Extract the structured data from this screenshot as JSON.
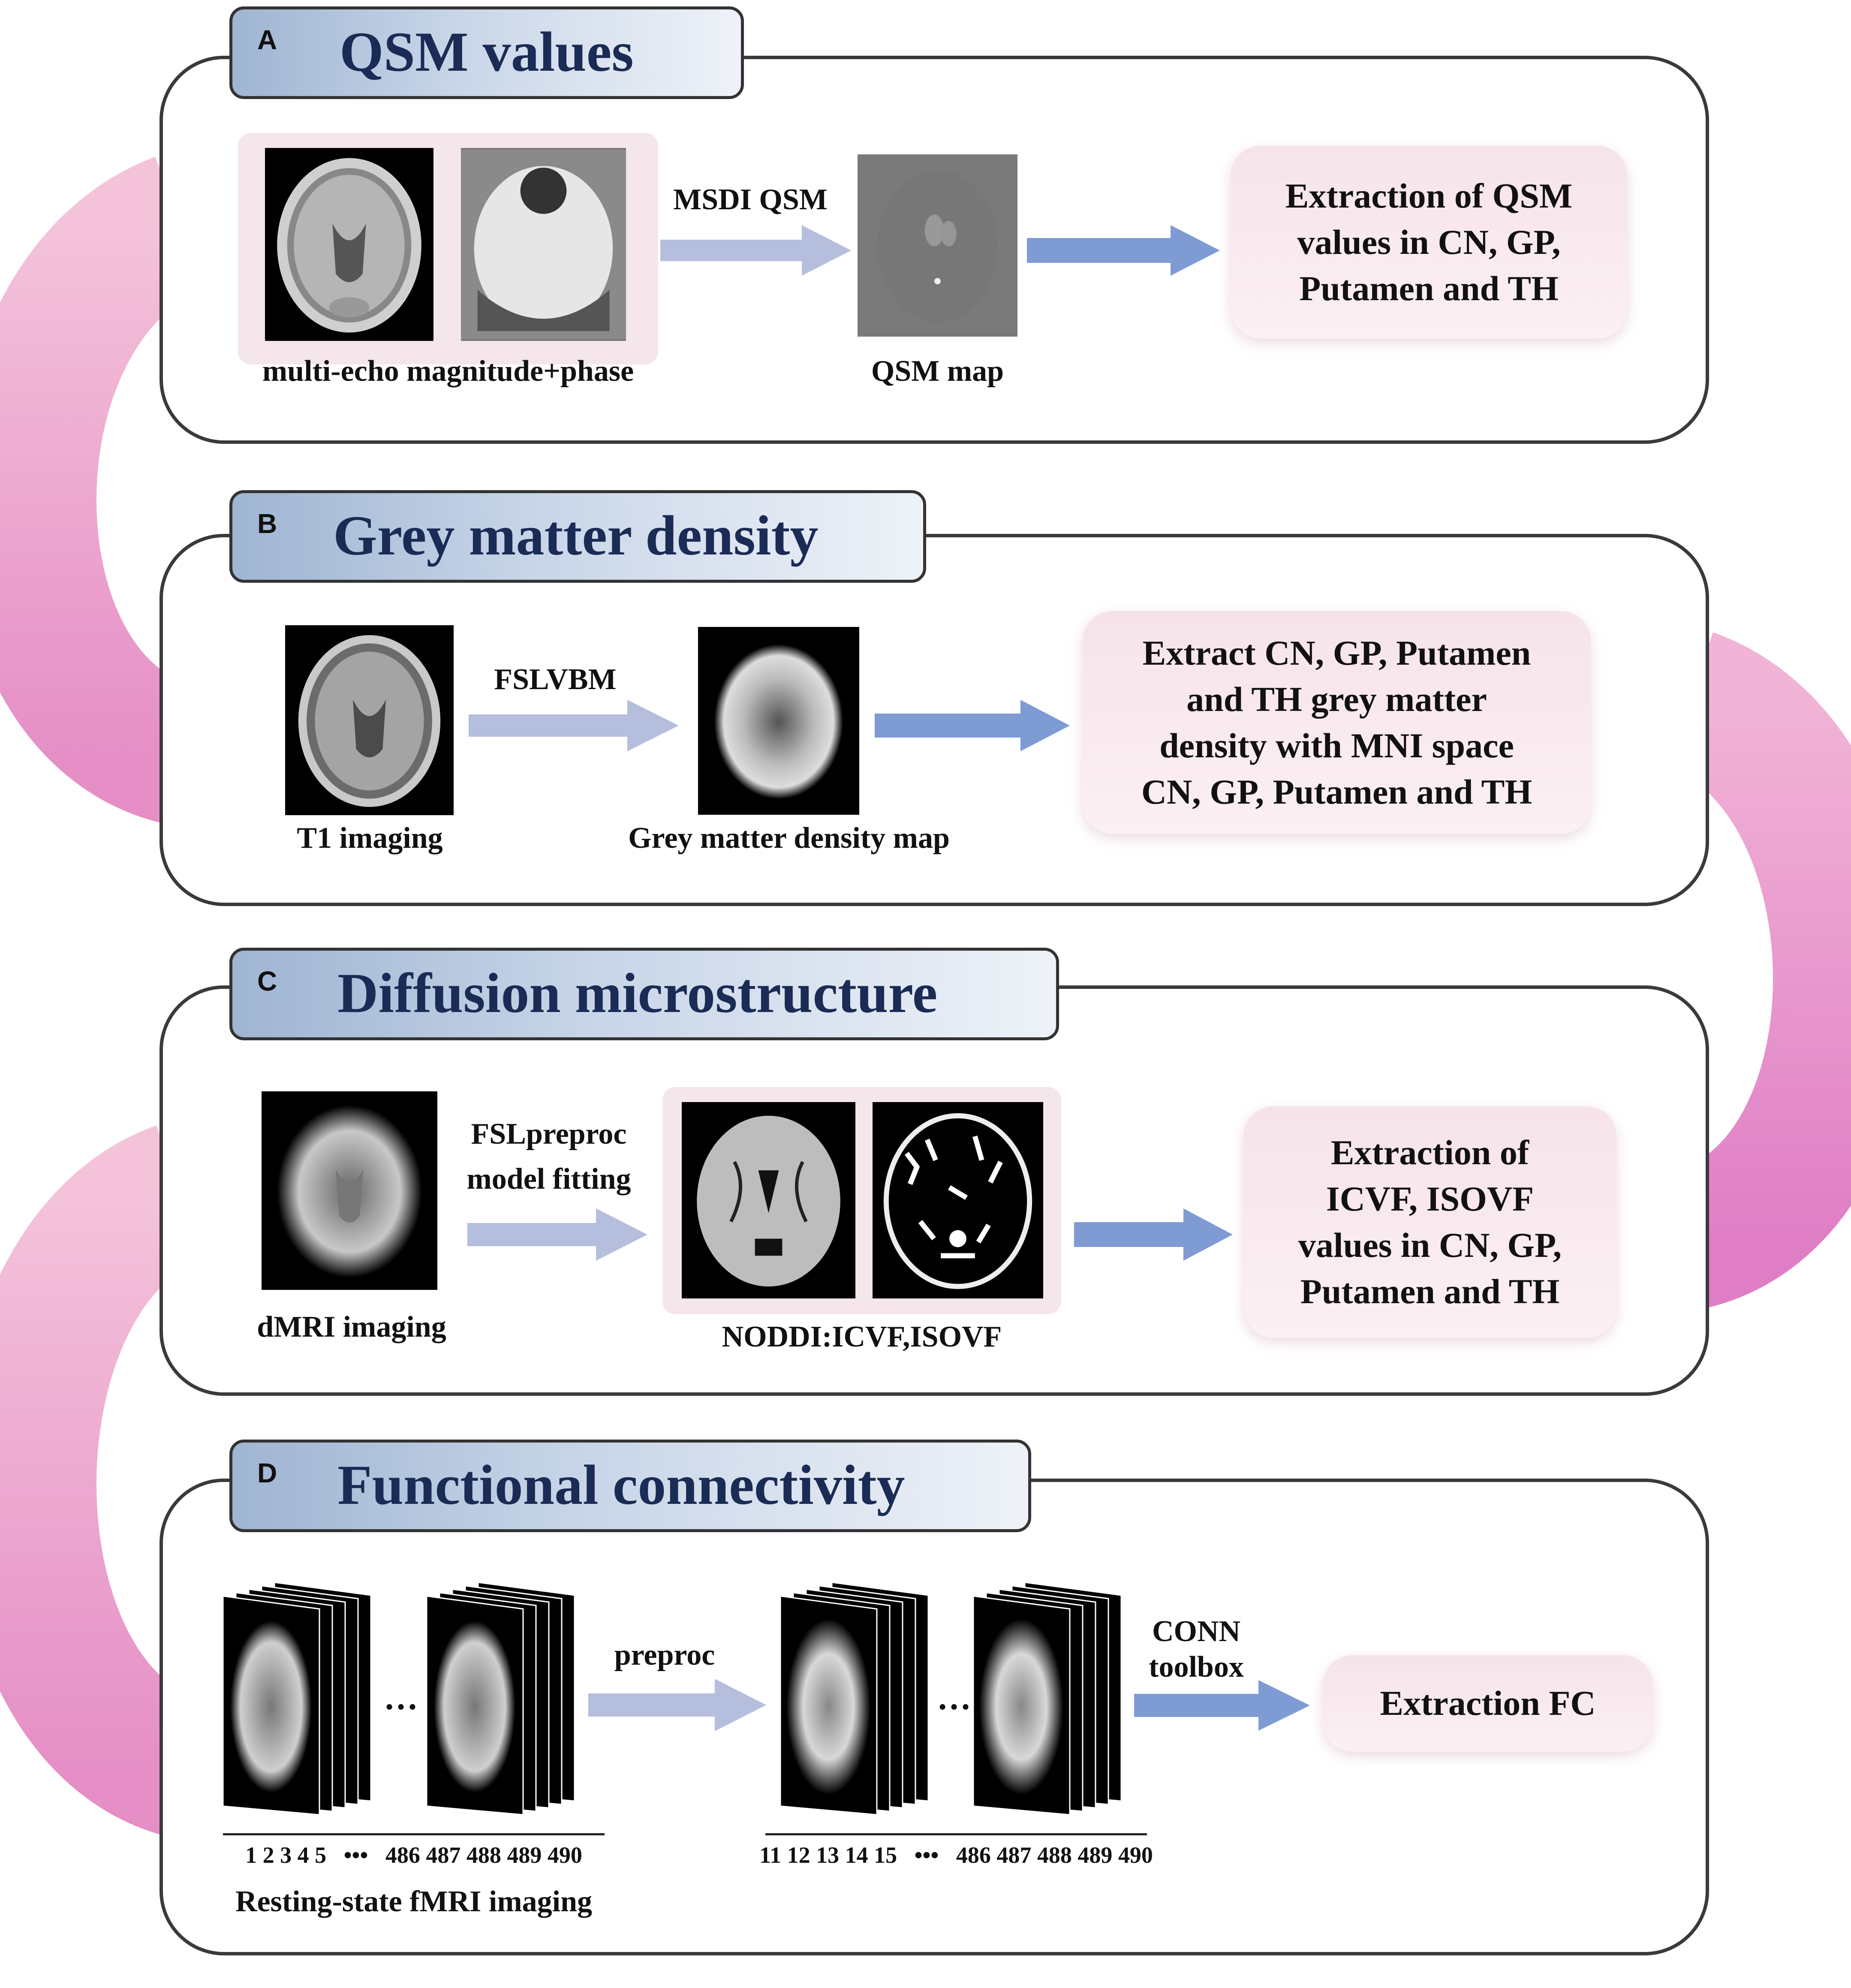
{
  "panels": {
    "a": {
      "letter": "A",
      "title": "QSM values",
      "images_label": "multi-echo magnitude+phase",
      "arrow_label": "MSDI QSM",
      "map_label": "QSM map",
      "result_lines": [
        "Extraction of QSM",
        "values in CN, GP,",
        "Putamen and TH"
      ]
    },
    "b": {
      "letter": "B",
      "title": "Grey matter density",
      "image_label": "T1 imaging",
      "arrow_label": "FSLVBM",
      "map_label": "Grey matter density map",
      "result_lines": [
        "Extract CN, GP, Putamen",
        "and TH grey matter",
        "density with MNI space",
        "CN, GP, Putamen and TH"
      ]
    },
    "c": {
      "letter": "C",
      "title": "Diffusion microstructure",
      "image_label": "dMRI imaging",
      "arrow_label_1": "FSLpreproc",
      "arrow_label_2": "model fitting",
      "map_label": "NODDI:ICVF,ISOVF",
      "result_lines": [
        "Extraction of",
        "ICVF, ISOVF",
        "values in CN, GP,",
        "Putamen and TH"
      ]
    },
    "d": {
      "letter": "D",
      "title": "Functional connectivity",
      "left_ellipsis": "…",
      "right_ellipsis": "…",
      "left_numbers": "1 2 3 4 5   •••   486 487 488 489 490",
      "right_numbers": "11 12 13 14 15   •••   486 487 488 489 490",
      "image_label": "Resting-state fMRI imaging",
      "arrow_label": "preproc",
      "conn_label_1": "CONN",
      "conn_label_2": "toolbox",
      "result": "Extraction FC"
    }
  },
  "colors": {
    "ribbon": "#e58fc6",
    "arrow_light": "#b5bedc",
    "arrow_dark": "#7f9bd3",
    "tab_gradient_start": "#9fb5d3",
    "title_text": "#1a2b55",
    "result_box": "#f6e3ea"
  }
}
